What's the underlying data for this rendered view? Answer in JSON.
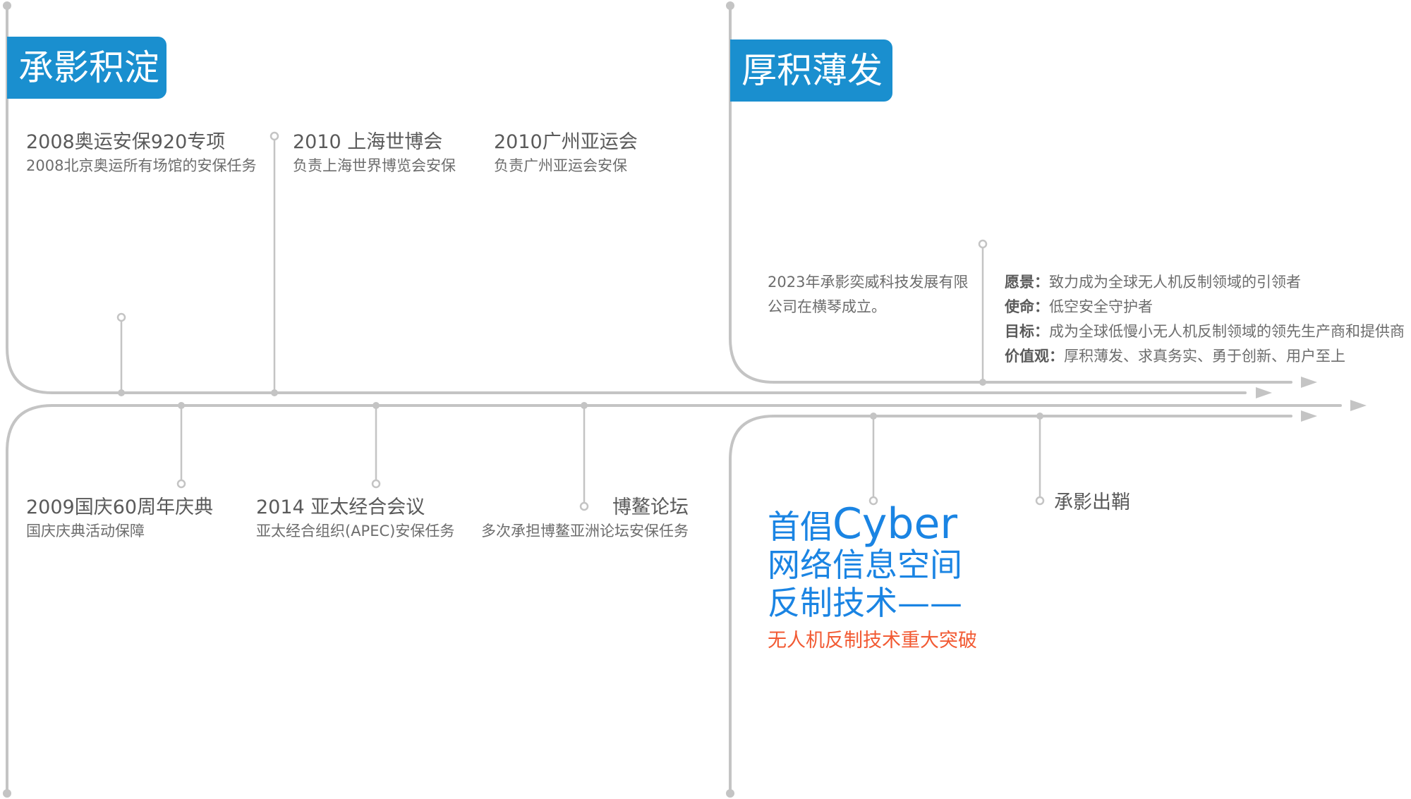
{
  "colors": {
    "tag_bg": "#1a8fcf",
    "line": "#c4c4c4",
    "accent_blue": "#1a84e3",
    "accent_red": "#f25a33"
  },
  "phases": {
    "left_label": "承影积淀",
    "right_label": "厚积薄发"
  },
  "events_top": [
    {
      "title": "2008奥运安保920专项",
      "desc": "2008北京奥运所有场馆的安保任务"
    },
    {
      "title": "2010 上海世博会",
      "desc": "负责上海世界博览会安保"
    },
    {
      "title": "2010广州亚运会",
      "desc": "负责广州亚运会安保"
    }
  ],
  "events_bottom": [
    {
      "title": "2009国庆60周年庆典",
      "desc": "国庆庆典活动保障"
    },
    {
      "title": "2014 亚太经合会议",
      "desc": "亚太经合组织(APEC)安保任务"
    },
    {
      "title": "博鳌论坛",
      "desc": "多次承担博鳌亚洲论坛安保任务"
    }
  ],
  "founding": {
    "line1": "2023年承影奕威科技发展有限",
    "line2": "公司在横琴成立。"
  },
  "vision": [
    {
      "label": "愿景",
      "sep": "：",
      "text": "致力成为全球无人机反制领域的引领者"
    },
    {
      "label": "使命",
      "sep": "：",
      "text": "低空安全守护者"
    },
    {
      "label": "目标",
      "sep": "：",
      "text": "成为全球低慢小无人机反制领域的领先生产商和提供商"
    },
    {
      "label": "价值观",
      "sep": "：",
      "text": "厚积薄发、求真务实、勇于创新、用户至上"
    }
  ],
  "cyber": {
    "line1_prefix": "首倡",
    "line1_big": "Cyber",
    "line2": "网络信息空间",
    "line3": "反制技术——",
    "sub": "无人机反制技术重大突破"
  },
  "emerge": "承影出鞘"
}
